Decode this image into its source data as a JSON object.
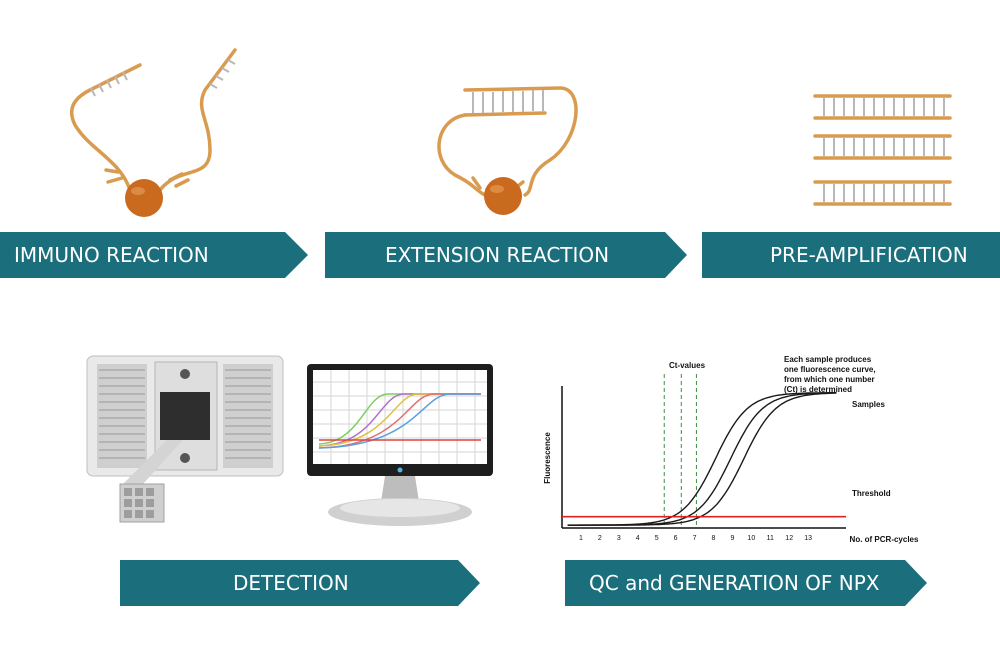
{
  "colors": {
    "banner": "#1b6e7c",
    "strand": "#d99b4f",
    "bead": "#c96a1e",
    "threshold": "#e02020"
  },
  "steps": {
    "immuno": "IMMUNO REACTION",
    "extension": "EXTENSION REACTION",
    "preamp": "PRE-AMPLIFICATION",
    "detection": "DETECTION",
    "qc": "QC and GENERATION OF NPX"
  },
  "chart_data": {
    "type": "line",
    "ylabel": "Fluorescence",
    "xlabel": "No. of PCR-cycles",
    "x_ticks": [
      1,
      2,
      3,
      4,
      5,
      6,
      7,
      8,
      9,
      10,
      11,
      12,
      13
    ],
    "ct_label": "Ct-values",
    "ct_values": [
      5.4,
      6.3,
      7.1
    ],
    "series_label": "Samples",
    "threshold_label": "Threshold",
    "annotation": [
      "Each sample produces",
      "one fluorescence curve,",
      "from which one number",
      "(Ct) is determined"
    ],
    "series": [
      {
        "midpoint": 8.1,
        "plateau": 14.3,
        "baseline": 0.3
      },
      {
        "midpoint": 8.9,
        "plateau": 14.3,
        "baseline": 0.3
      },
      {
        "midpoint": 9.6,
        "plateau": 14.3,
        "baseline": 0.3
      }
    ]
  }
}
